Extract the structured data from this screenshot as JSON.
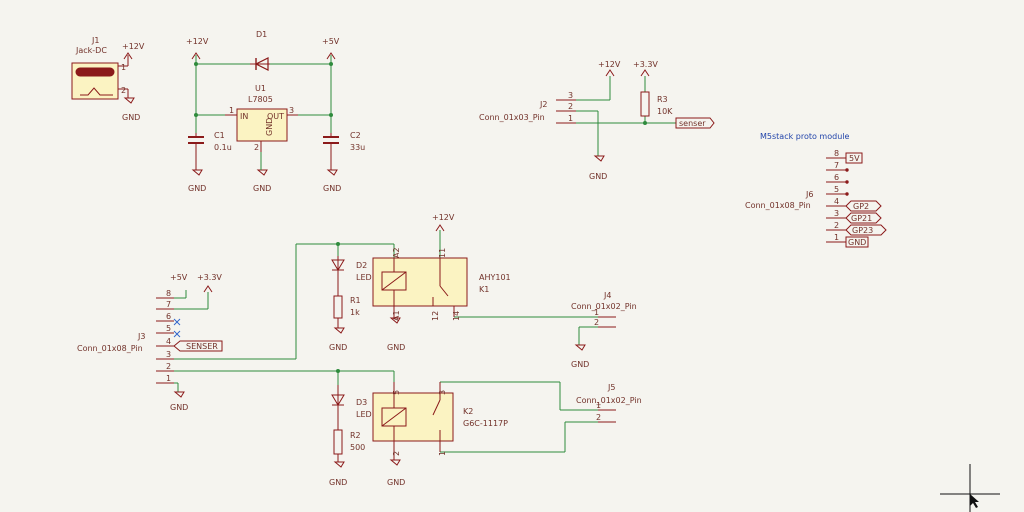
{
  "colors": {
    "wire": "#2e8b3c",
    "symbol": "#8b1a1a",
    "fill": "#fbf3c2",
    "note": "#2244aa",
    "background": "#f5f4ef"
  },
  "note": "M5stack proto module",
  "power": {
    "p12v": "+12V",
    "p5v": "+5V",
    "p33v": "+3.3V",
    "p5v_label": "5V",
    "gnd": "GND"
  },
  "components": {
    "j1": {
      "ref": "J1",
      "value": "Jack-DC",
      "pin1": "1",
      "pin2": "2"
    },
    "d1": {
      "ref": "D1"
    },
    "u1": {
      "ref": "U1",
      "value": "L7805",
      "in": "IN",
      "out": "OUT",
      "gnd": "GND",
      "p1": "1",
      "p2": "2",
      "p3": "3"
    },
    "c1": {
      "ref": "C1",
      "value": "0.1u"
    },
    "c2": {
      "ref": "C2",
      "value": "33u"
    },
    "j2": {
      "ref": "J2",
      "value": "Conn_01x03_Pin",
      "pins": [
        "3",
        "2",
        "1"
      ]
    },
    "r3": {
      "ref": "R3",
      "value": "10K"
    },
    "senser_label": "senser",
    "j6": {
      "ref": "J6",
      "value": "Conn_01x08_Pin",
      "pins": [
        "8",
        "7",
        "6",
        "5",
        "4",
        "3",
        "2",
        "1"
      ],
      "labels": [
        "5V",
        "GP2",
        "GP21",
        "GP23",
        "GND"
      ]
    },
    "d2": {
      "ref": "D2",
      "value": "LED"
    },
    "r1": {
      "ref": "R1",
      "value": "1k"
    },
    "k1": {
      "ref": "K1",
      "value": "AHY101",
      "pins": [
        "A2",
        "11",
        "A1",
        "12",
        "14"
      ]
    },
    "j4": {
      "ref": "J4",
      "value": "Conn_01x02_Pin",
      "pins": [
        "1",
        "2"
      ]
    },
    "j3": {
      "ref": "J3",
      "value": "Conn_01x08_Pin",
      "pins": [
        "8",
        "7",
        "6",
        "5",
        "4",
        "3",
        "2",
        "1"
      ],
      "label": "SENSER"
    },
    "d3": {
      "ref": "D3",
      "value": "LED"
    },
    "r2": {
      "ref": "R2",
      "value": "500"
    },
    "k2": {
      "ref": "K2",
      "value": "G6C-1117P",
      "pins": [
        "5",
        "3",
        "2",
        "1"
      ]
    },
    "j5": {
      "ref": "J5",
      "value": "Conn_01x02_Pin",
      "pins": [
        "1",
        "2"
      ]
    }
  }
}
